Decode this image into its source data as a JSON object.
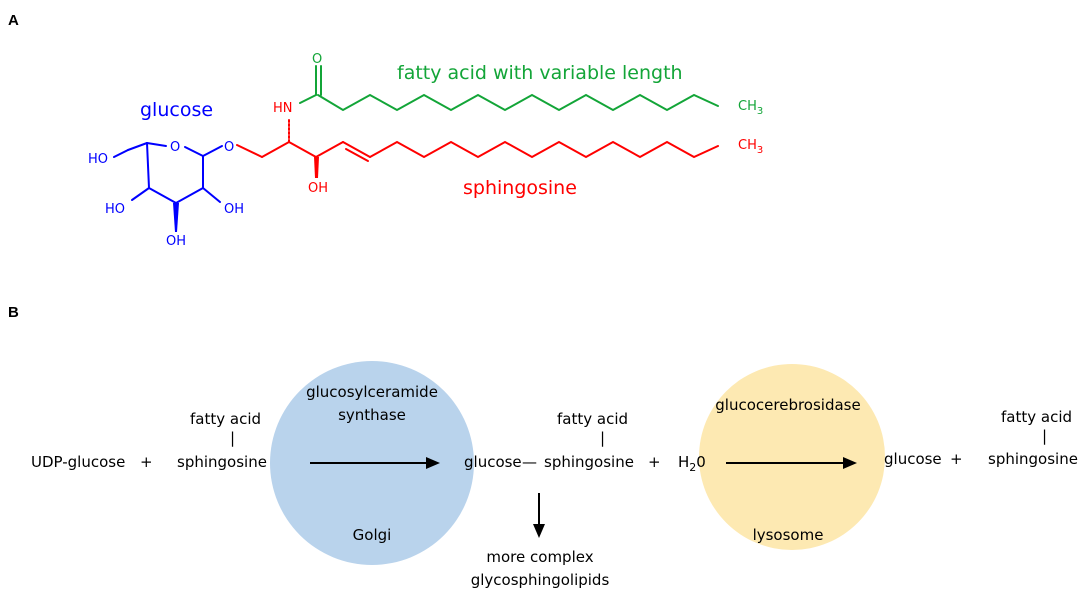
{
  "panels": {
    "a": "A",
    "b": "B"
  },
  "structure": {
    "glucose_label": "glucose",
    "fatty_acid_label": "fatty acid with variable length",
    "sphingosine_label": "sphingosine",
    "atoms": {
      "carbonyl_o": "O",
      "amide_nh": "HN",
      "ring_o": "O",
      "glycosidic_o": "O",
      "fa_ch3": "CH",
      "sph_ch3": "CH",
      "ch3_sub": "3",
      "ho_c6": "HO",
      "ho_c4": "HO",
      "oh_c2": "OH",
      "oh_c3": "OH",
      "oh_sph": "OH"
    },
    "colors": {
      "glucose": "#0000ff",
      "sphingosine": "#ff0000",
      "fatty_acid": "#13a538"
    }
  },
  "pathway": {
    "udp_glucose": "UDP-glucose",
    "plus": "+",
    "fatty_acid": "fatty acid",
    "sphingosine": "sphingosine",
    "bond": "|",
    "glucose": "glucose",
    "dash": "—",
    "h2o_h": "H",
    "h2o_sub": "2",
    "h2o_o": "0",
    "enzyme1_line1": "glucosylceramide",
    "enzyme1_line2": "synthase",
    "enzyme1_location": "Golgi",
    "enzyme2": "glucocerebrosidase",
    "enzyme2_location": "lysosome",
    "branch_line1": "more complex",
    "branch_line2": "glycosphingolipids",
    "colors": {
      "golgi": "#b9d3ec",
      "lysosome": "#fde9b2"
    }
  }
}
